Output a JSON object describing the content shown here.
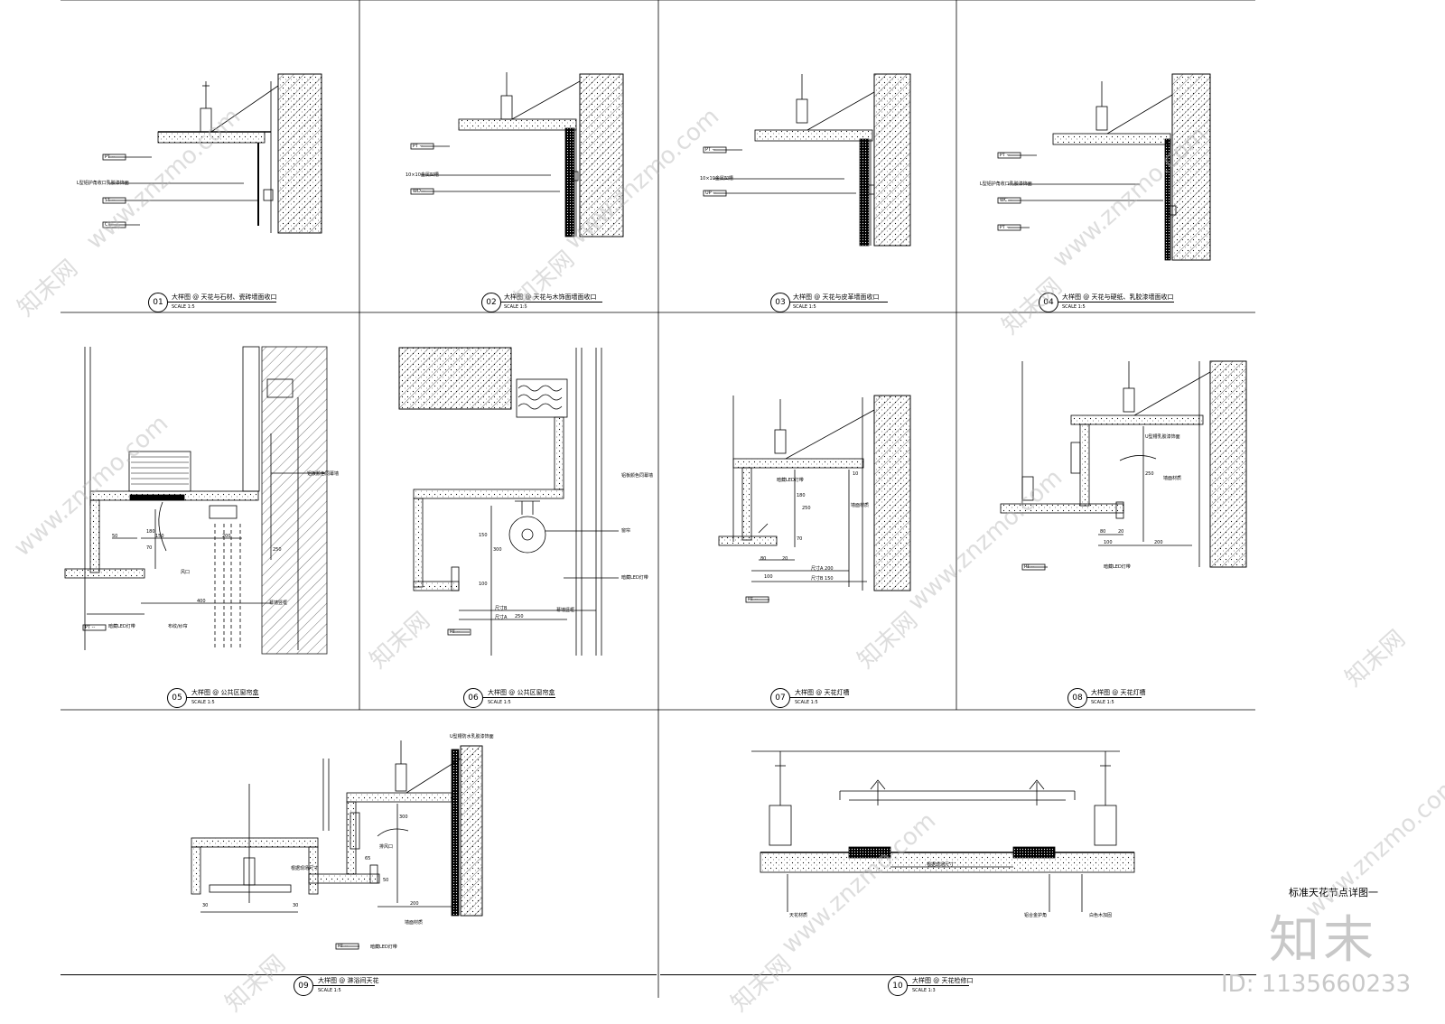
{
  "sheet": {
    "title": "标准天花节点详图一",
    "watermark_site": "www.znzmo.com",
    "watermark_brand": "知末网",
    "logo_text": "知末",
    "id_text": "ID: 1135660233"
  },
  "details": [
    {
      "num": "01",
      "title": "大样图 @ 天花与石材、瓷砖墙面收口",
      "scale": "SCALE 1:5",
      "labels": [
        "PT --",
        "L型铝护角收口乳胶漆饰面",
        "ST --",
        "CT --"
      ]
    },
    {
      "num": "02",
      "title": "大样图 @ 天花与木饰面墙面收口",
      "scale": "SCALE 1:5",
      "labels": [
        "PT --",
        "10×10金属凹槽",
        "WD --"
      ]
    },
    {
      "num": "03",
      "title": "大样图 @ 天花与皮革墙面收口",
      "scale": "SCALE 1:5",
      "labels": [
        "PT --",
        "10×10金属凹槽",
        "UP --"
      ]
    },
    {
      "num": "04",
      "title": "大样图 @ 天花与硬纸、乳胶漆墙面收口",
      "scale": "SCALE 1:5",
      "labels": [
        "PT --",
        "L型铝护角收口乳胶漆饰面",
        "WC --",
        "PT --"
      ]
    },
    {
      "num": "05",
      "title": "大样图 @ 公共区窗帘盒",
      "scale": "SCALE 1:5",
      "labels": [
        "铝板颜色同幕墙",
        "风口",
        "PT --",
        "暗藏LED灯带",
        "布纹/纱帘",
        "幕墙竖框"
      ],
      "dims": [
        "50",
        "150",
        "200",
        "180",
        "70",
        "250",
        "400"
      ]
    },
    {
      "num": "06",
      "title": "大样图 @ 公共区窗帘盒",
      "scale": "SCALE 1:5",
      "labels": [
        "铝板颜色同幕墙",
        "窗帘",
        "暗藏LED灯带",
        "PT --",
        "幕墙竖框"
      ],
      "dims": [
        "150",
        "300",
        "100",
        "尺寸B",
        "尺寸A",
        "250"
      ]
    },
    {
      "num": "07",
      "title": "大样图 @ 天花灯槽",
      "scale": "SCALE 1:5",
      "labels": [
        "墙面材质",
        "暗藏LED灯带",
        "PT --"
      ],
      "dims": [
        "10",
        "180",
        "250",
        "70",
        "80",
        "20",
        "100",
        "尺寸A 200",
        "尺寸B 150"
      ]
    },
    {
      "num": "08",
      "title": "大样图 @ 天花灯槽",
      "scale": "SCALE 1:5",
      "labels": [
        "U型槽乳胶漆饰面",
        "墙面材质",
        "暗藏LED灯带",
        "PT --"
      ],
      "dims": [
        "250",
        "80",
        "20",
        "100",
        "200"
      ]
    },
    {
      "num": "09",
      "title": "大样图 @ 淋浴间天花",
      "scale": "SCALE 1:5",
      "labels": [
        "U型槽防水乳胶漆饰面",
        "排风口",
        "墙面材质",
        "暗藏LED灯带",
        "PT --",
        "根据现场尺寸"
      ],
      "dims": [
        "300",
        "65",
        "50",
        "200",
        "30",
        "30"
      ]
    },
    {
      "num": "10",
      "title": "大样图 @ 天花检修口",
      "scale": "SCALE 1:3",
      "labels": [
        "根据现场尺寸",
        "天花材质",
        "铝合金护角",
        "白色木加固"
      ]
    }
  ]
}
